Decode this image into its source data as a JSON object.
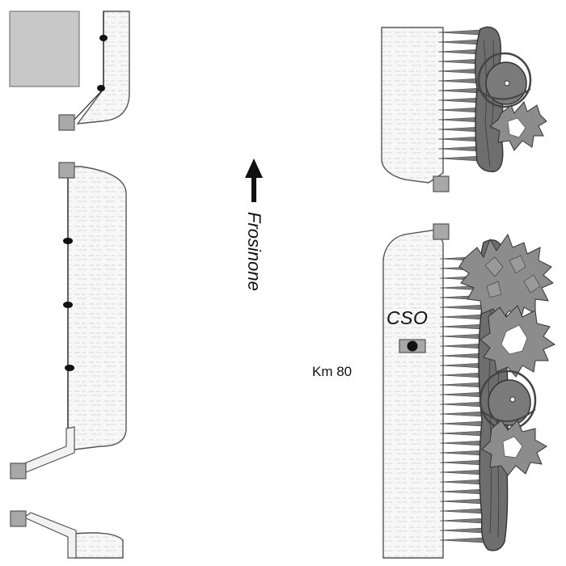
{
  "labels": {
    "direction": "Frosinone",
    "marker": "CSO",
    "kilometre": "Km 80"
  },
  "colors": {
    "sidewalk_fill": "#f6f6f6",
    "hatch": "#d9d9d9",
    "box_fill": "#a8a8a8",
    "building_fill": "#c8c8c8",
    "tree_fill": "#7a7a7a",
    "foliage_fill": "#8c8c8c",
    "outline": "#555555"
  },
  "icons": {
    "arrow": "north-arrow-icon",
    "station": "station-dot-icon",
    "tree": "tree-icon",
    "bush": "bush-icon"
  }
}
